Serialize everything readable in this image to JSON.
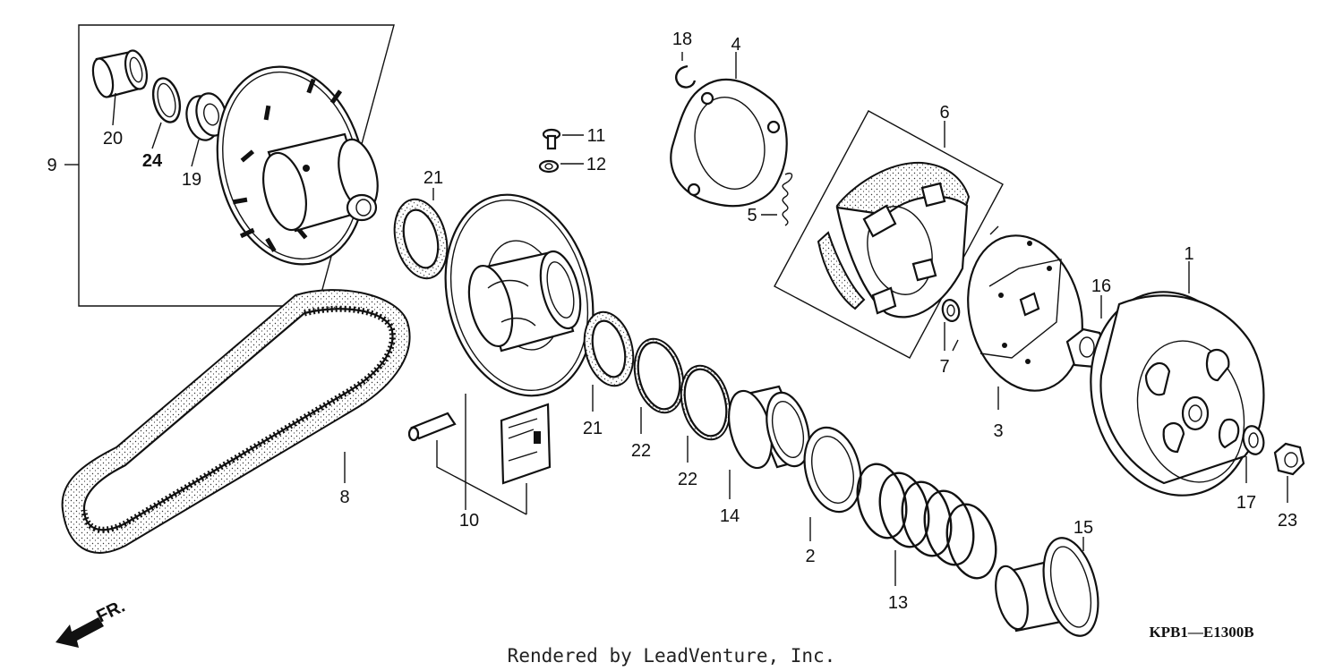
{
  "callouts": [
    "1",
    "2",
    "3",
    "4",
    "5",
    "6",
    "7",
    "8",
    "9",
    "10",
    "11",
    "12",
    "13",
    "14",
    "15",
    "16",
    "17",
    "18",
    "19",
    "20",
    "21",
    "21",
    "22",
    "22",
    "23",
    "24"
  ],
  "diagram_code": "KPB1—E1300B",
  "direction_label": "FR.",
  "footer": "Rendered by LeadVenture, Inc."
}
